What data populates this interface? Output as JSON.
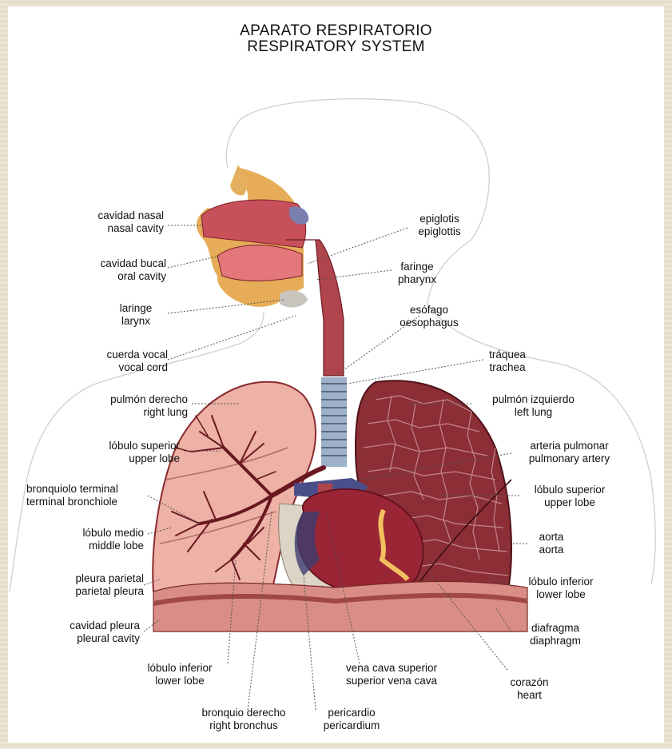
{
  "title": {
    "es": "APARATO RESPIRATORIO",
    "en": "RESPIRATORY SYSTEM"
  },
  "labels": {
    "nasal_cavity": {
      "es": "cavidad nasal",
      "en": "nasal cavity"
    },
    "oral_cavity": {
      "es": "cavidad bucal",
      "en": "oral cavity"
    },
    "larynx": {
      "es": "laringe",
      "en": "larynx"
    },
    "vocal_cord": {
      "es": "cuerda vocal",
      "en": "vocal cord"
    },
    "right_lung": {
      "es": "pulmón derecho",
      "en": "right lung"
    },
    "upper_lobe_r": {
      "es": "lóbulo superior",
      "en": "upper lobe"
    },
    "terminal_bronchiole": {
      "es": "bronquiolo terminal",
      "en": "terminal bronchiole"
    },
    "middle_lobe": {
      "es": "lóbulo medio",
      "en": "middle lobe"
    },
    "parietal_pleura": {
      "es": "pleura parietal",
      "en": "parietal pleura"
    },
    "pleural_cavity": {
      "es": "cavidad pleura",
      "en": "pleural cavity"
    },
    "lower_lobe_r": {
      "es": "lóbulo inferior",
      "en": "lower lobe"
    },
    "right_bronchus": {
      "es": "bronquio derecho",
      "en": "right bronchus"
    },
    "pericardium": {
      "es": "pericardio",
      "en": "pericardium"
    },
    "superior_vena_cava": {
      "es": "vena cava superior",
      "en": "superior vena cava"
    },
    "heart": {
      "es": "corazón",
      "en": "heart"
    },
    "diaphragm": {
      "es": "diafragma",
      "en": "diaphragm"
    },
    "lower_lobe_l": {
      "es": "lóbulo inferior",
      "en": "lower lobe"
    },
    "aorta": {
      "es": "aorta",
      "en": "aorta"
    },
    "upper_lobe_l": {
      "es": "lóbulo superior",
      "en": "upper lobe"
    },
    "pulmonary_artery": {
      "es": "arteria pulmonar",
      "en": "pulmonary artery"
    },
    "left_lung": {
      "es": "pulmón izquierdo",
      "en": "left lung"
    },
    "trachea": {
      "es": "tráquea",
      "en": "trachea"
    },
    "oesophagus": {
      "es": "esófago",
      "en": "oesophagus"
    },
    "pharynx": {
      "es": "faringe",
      "en": "pharynx"
    },
    "epiglottis": {
      "es": "epiglotis",
      "en": "epiglottis"
    }
  },
  "colors": {
    "lung_right": "#e9a79d",
    "lung_left": "#8a2d36",
    "tissue": "#b0444c",
    "heart": "#9a2534",
    "vein_blue": "#4a4f8a",
    "diaphragm": "#d98d86",
    "bone": "#e4b060"
  }
}
